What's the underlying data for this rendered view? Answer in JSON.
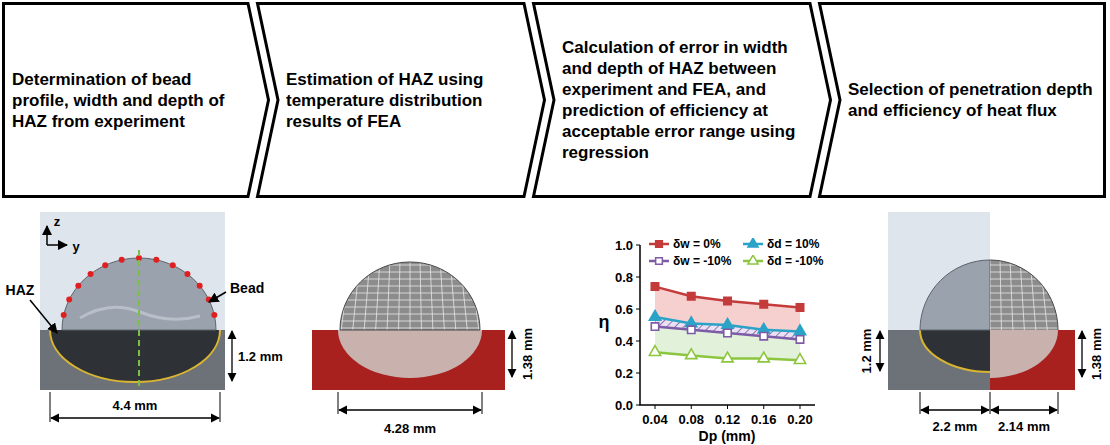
{
  "diagram": {
    "nodes": [
      {
        "text": [
          "Determination of bead profile, width and depth of HAZ from experiment"
        ]
      },
      {
        "text": [
          "Estimation of HAZ using temperature distribution results of FEA"
        ]
      },
      {
        "text": [
          "Calculation of error in width and depth of HAZ between experiment and FEA, and prediction of efficiency at acceptable error range using regression"
        ]
      },
      {
        "text": [
          "Selection of penetration depth and efficiency of heat flux"
        ]
      }
    ],
    "labels": [
      "z",
      "y",
      "Bead",
      "HAZ",
      "1.2 mm",
      "4.4 mm",
      "4.28 mm",
      "1.38 mm",
      "1.0",
      "0.8",
      "0.6",
      "0.4",
      "0.2",
      "0.0",
      "0.04",
      "0.08",
      "0.12",
      "0.16",
      "0.20",
      "η",
      "Dp (mm)",
      "1.2 mm",
      "2.2 mm",
      "2.14 mm",
      "1.38 mm"
    ],
    "legend": [
      {
        "text": "δw = 0%"
      },
      {
        "text": "δd = 10%"
      },
      {
        "text": "δw = -10%"
      },
      {
        "text": "δd = -10%"
      }
    ]
  }
}
